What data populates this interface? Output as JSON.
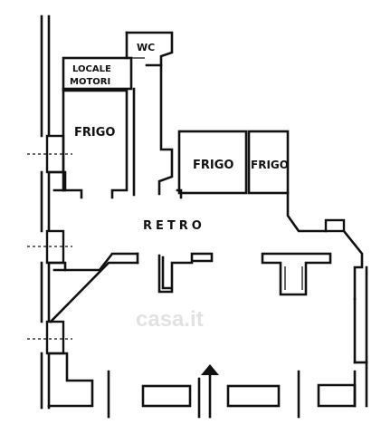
{
  "plan": {
    "rooms": {
      "wc": "WC",
      "locale_motori_line1": "LOCALE",
      "locale_motori_line2": "MOTORI",
      "frigo_left": "FRIGO",
      "frigo_center": "FRIGO",
      "frigo_right": "FRIGO",
      "retro": "RETRO"
    },
    "watermark": "casa.it",
    "colors": {
      "line": "#111111",
      "background": "#ffffff",
      "watermark": "#cfcfcf"
    }
  }
}
